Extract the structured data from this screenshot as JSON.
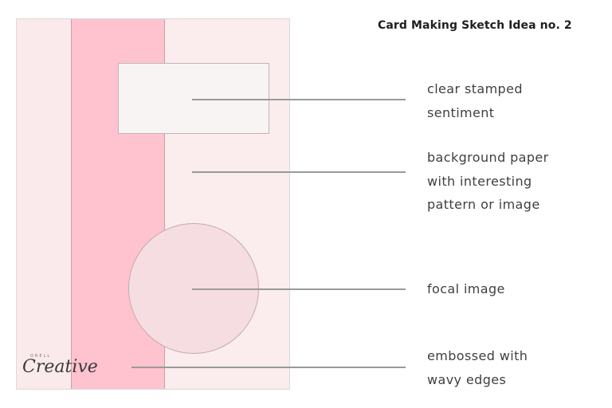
{
  "title": "Card Making Sketch Idea no. 2",
  "colors": {
    "card_background": "#fbeced",
    "card_left_margin": "#fbeaeb",
    "strip": "#ffc2cf",
    "sentiment_panel": "#f8f4f4",
    "focal_circle": "#f6dde1",
    "leader_line": "#9a9a9a"
  },
  "annotations": {
    "sentiment": {
      "lines": [
        "clear stamped",
        "sentiment"
      ]
    },
    "background": {
      "lines": [
        "background paper",
        "with interesting",
        "pattern or image"
      ]
    },
    "focal": {
      "lines": [
        "focal image"
      ]
    },
    "strip": {
      "lines": [
        "embossed  with",
        "wavy edges"
      ]
    }
  },
  "logo": {
    "small_text": "ORELL",
    "main_text": "Creative"
  }
}
